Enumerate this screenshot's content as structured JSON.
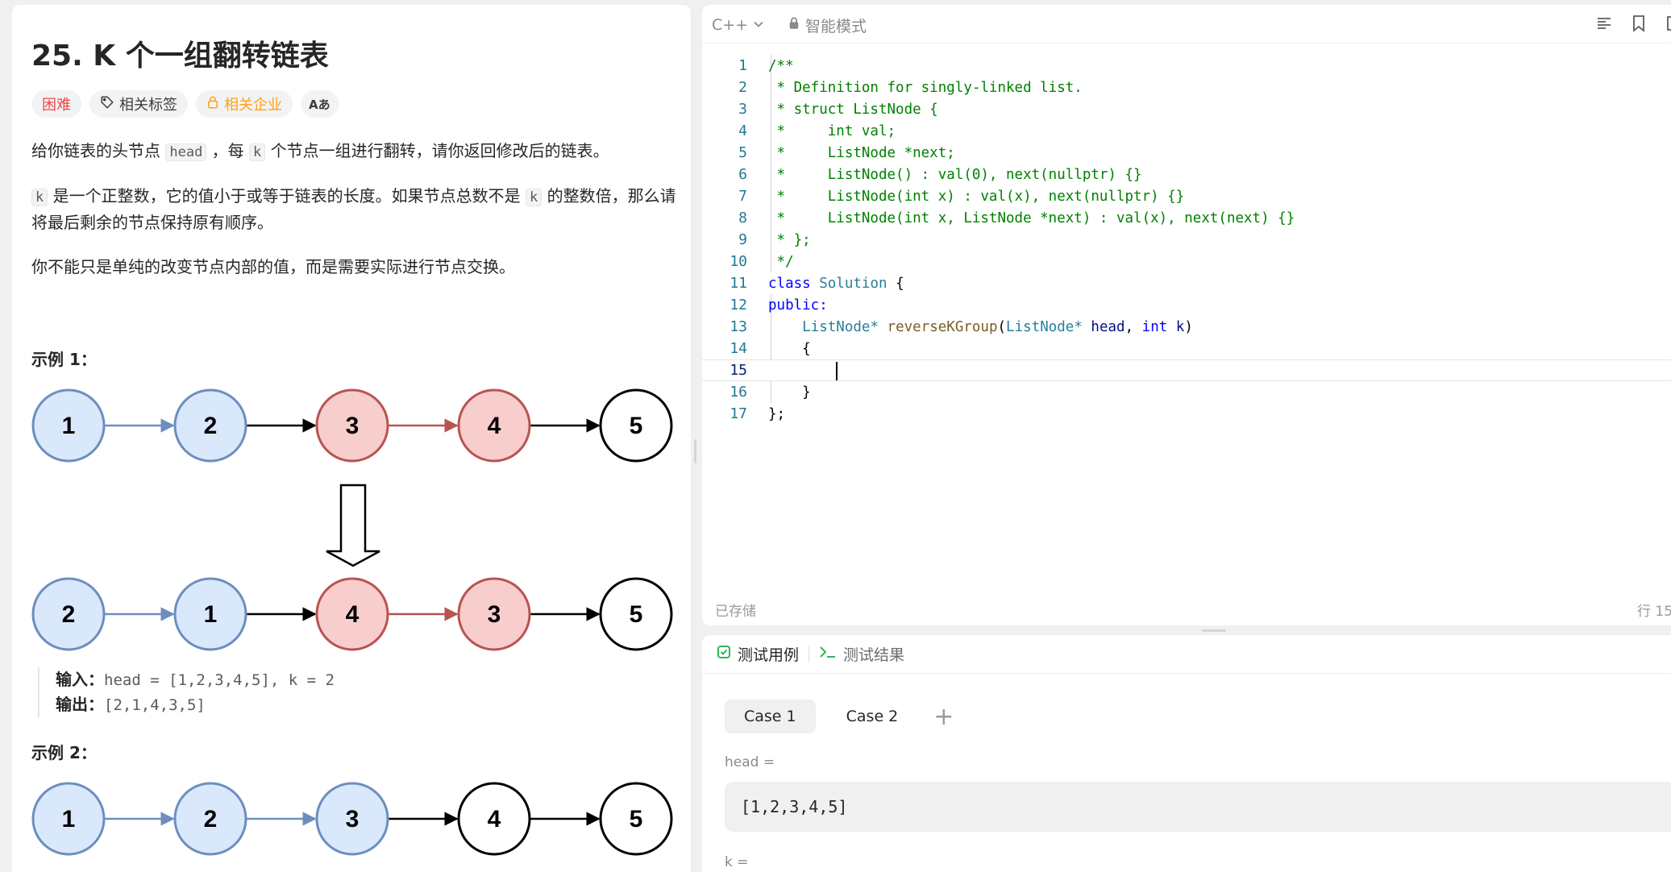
{
  "problem": {
    "title": "25. K 个一组翻转链表",
    "tags": {
      "difficulty": "困难",
      "related_tags": "相关标签",
      "related_companies": "相关企业",
      "translate": "Aあ"
    },
    "description": {
      "p1_a": "给你链表的头节点 ",
      "p1_code1": "head",
      "p1_b": " ，每 ",
      "p1_code2": "k",
      "p1_c": " 个节点一组进行翻转，请你返回修改后的链表。",
      "p2_code": "k",
      "p2_a": " 是一个正整数，它的值小于或等于链表的长度。如果节点总数不是 ",
      "p2_code2": "k",
      "p2_b": " 的整数倍，那么请将最后剩余的节点保持原有顺序。",
      "p3": "你不能只是单纯的改变节点内部的值，而是需要实际进行节点交换。"
    },
    "example1": {
      "title": "示例 1：",
      "top_row": [
        "1",
        "2",
        "3",
        "4",
        "5"
      ],
      "bottom_row": [
        "2",
        "1",
        "4",
        "3",
        "5"
      ],
      "input_label": "输入：",
      "input_value": "head = [1,2,3,4,5], k = 2",
      "output_label": "输出：",
      "output_value": "[2,1,4,3,5]"
    },
    "example2": {
      "title": "示例 2：",
      "top_row": [
        "1",
        "2",
        "3",
        "4",
        "5"
      ]
    }
  },
  "editor": {
    "language": "C++",
    "mode": "智能模式",
    "saved_status": "已存储",
    "cursor_position": "行 15",
    "line_numbers": [
      "1",
      "2",
      "3",
      "4",
      "5",
      "6",
      "7",
      "8",
      "9",
      "10",
      "11",
      "12",
      "13",
      "14",
      "15",
      "16",
      "17"
    ],
    "code": {
      "l1": "/**",
      "l2": " * Definition for singly-linked list.",
      "l3": " * struct ListNode {",
      "l4": " *     int val;",
      "l5": " *     ListNode *next;",
      "l6": " *     ListNode() : val(0), next(nullptr) {}",
      "l7": " *     ListNode(int x) : val(x), next(nullptr) {}",
      "l8": " *     ListNode(int x, ListNode *next) : val(x), next(next) {}",
      "l9": " * };",
      "l10": " */",
      "l11_kw": "class",
      "l11_ty": "Solution",
      "l11_rest": " {",
      "l12": "public:",
      "l13_ty": "ListNode*",
      "l13_fn": "reverseKGroup",
      "l13_p1": "(",
      "l13_ty2": "ListNode*",
      "l13_v1": "head",
      "l13_p2": ", ",
      "l13_kw": "int",
      "l13_v2": "k",
      "l13_p3": ")",
      "l14": "{",
      "l16": "}",
      "l17": "};"
    }
  },
  "testcase": {
    "tab_cases": "测试用例",
    "tab_results": "测试结果",
    "cases": [
      "Case 1",
      "Case 2"
    ],
    "add_symbol": "+",
    "param1_label": "head =",
    "param1_value": "[1,2,3,4,5]",
    "param2_label": "k ="
  },
  "colors": {
    "blue_fill": "#dae8fc",
    "blue_stroke": "#6c8ebf",
    "red_fill": "#f8cecc",
    "red_stroke": "#b85450",
    "hard": "#ef4743",
    "company": "#ffa116",
    "accent_green": "#2db55d"
  }
}
